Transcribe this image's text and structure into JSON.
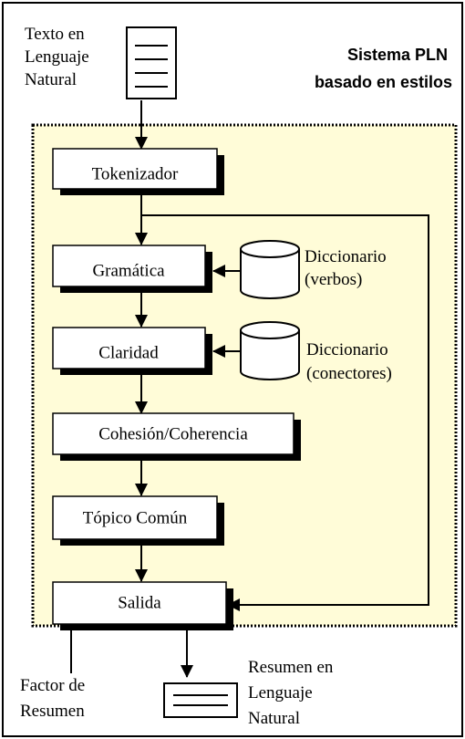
{
  "input": {
    "label_lines": [
      "Texto en",
      "Lenguaje",
      "Natural"
    ]
  },
  "system_title": {
    "lines": [
      "Sistema PLN",
      "basado en estilos"
    ]
  },
  "modules": {
    "tokenizador": "Tokenizador",
    "gramatica": "Gramática",
    "claridad": "Claridad",
    "cohesion": "Cohesión/Coherencia",
    "topico": "Tópico Común",
    "salida": "Salida"
  },
  "dictionaries": {
    "verbos": {
      "lines": [
        "Diccionario",
        "(verbos)"
      ]
    },
    "conectores": {
      "lines": [
        "Diccionario",
        "(conectores)"
      ]
    }
  },
  "factor": {
    "lines": [
      "Factor de",
      "Resumen"
    ]
  },
  "output": {
    "label_lines": [
      "Resumen en",
      "Lenguaje",
      "Natural"
    ]
  },
  "colors": {
    "system_background": "#fffcd8",
    "box_fill": "#ffffff",
    "shadow": "#000000",
    "line": "#000000"
  }
}
